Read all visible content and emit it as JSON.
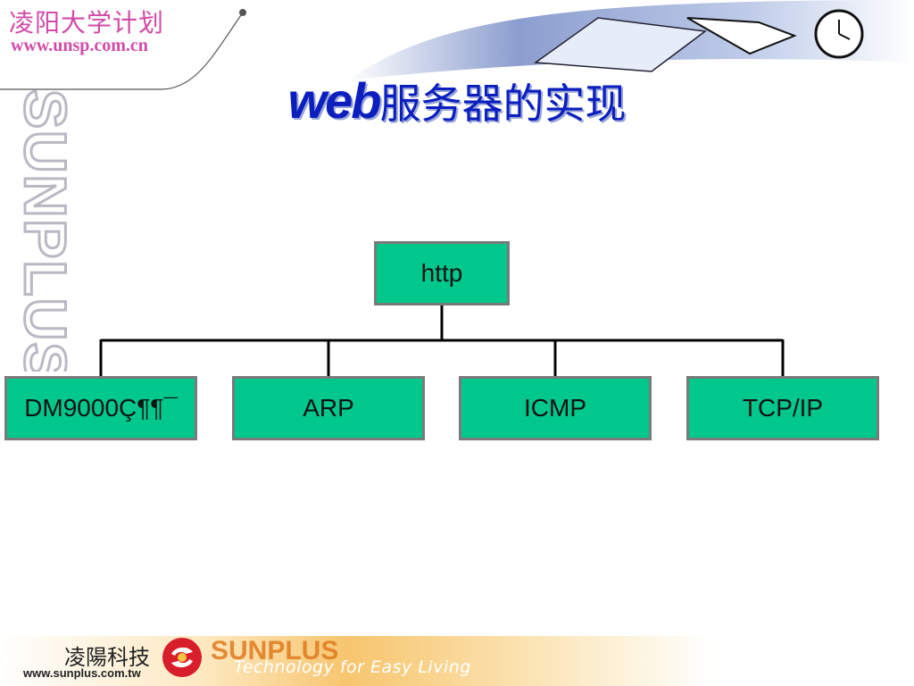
{
  "header": {
    "brand_cn": "凌阳大学计划",
    "brand_url": "www.unsp.com.cn",
    "vertical_logo_text": "SUNPLUS"
  },
  "title": {
    "prefix": "web",
    "rest": "服务器的实现"
  },
  "diagram": {
    "root": "http",
    "children": [
      "DM9000Ç¶¶¯",
      "ARP",
      "ICMP",
      "TCP/IP"
    ]
  },
  "footer": {
    "company_cn": "凌陽科技",
    "url": "www.sunplus.com.tw",
    "brand": "SUNPLUS",
    "tagline": "Technology for Easy Living"
  },
  "colors": {
    "node_fill": "#00c88c",
    "title_blue": "#0b1fbf",
    "brand_pink": "#d24aa8"
  }
}
